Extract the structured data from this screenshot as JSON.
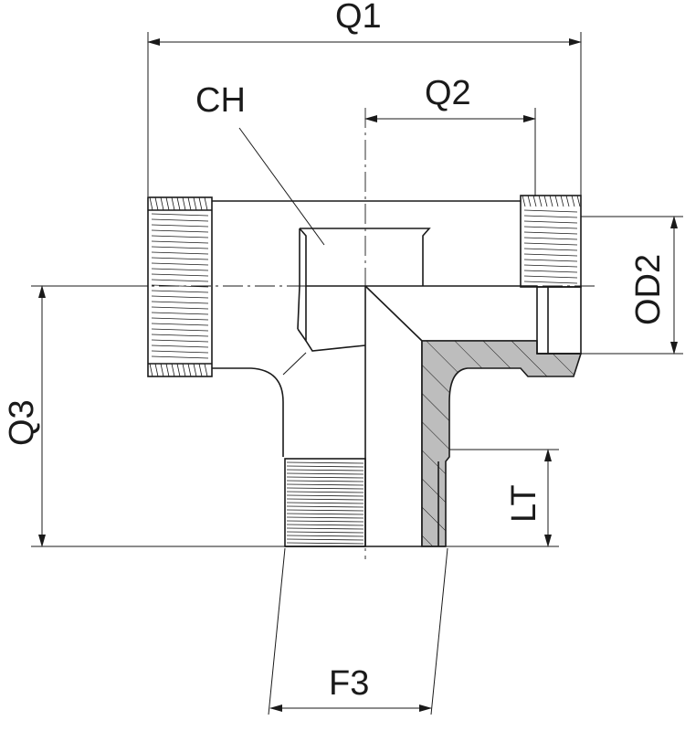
{
  "labels": {
    "q1": "Q1",
    "q2": "Q2",
    "ch": "CH",
    "od2": "OD2",
    "q3": "Q3",
    "lt": "LT",
    "f3": "F3"
  },
  "colors": {
    "line": "#1a1a1a",
    "section_fill": "#bdbdbd",
    "background": "#ffffff"
  }
}
